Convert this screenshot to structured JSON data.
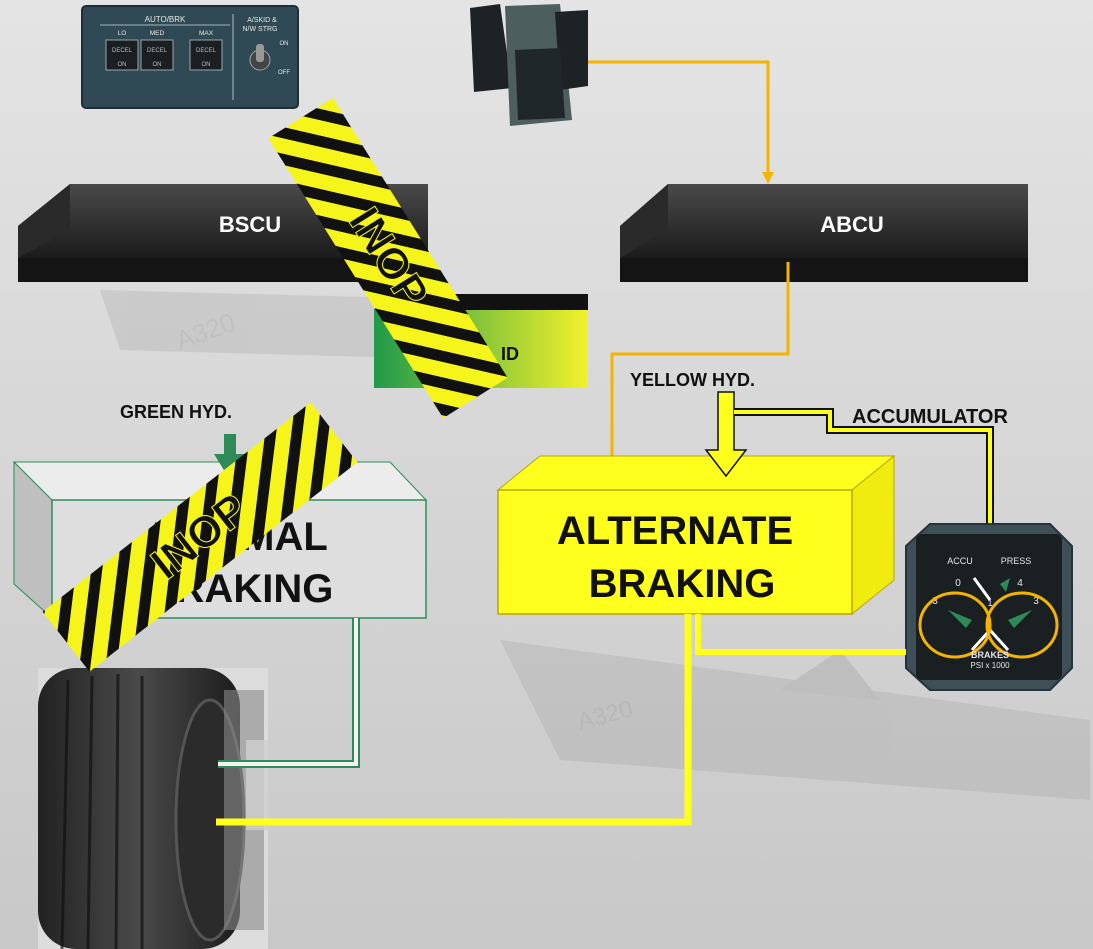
{
  "panel": {
    "autobrk_title": "AUTO/BRK",
    "lo": "LO",
    "med": "MED",
    "max": "MAX",
    "decel": "DECEL",
    "on": "ON",
    "askid_line1": "A/SKID &",
    "askid_line2": "N/W STRG",
    "sw_on": "ON",
    "sw_off": "OFF"
  },
  "units": {
    "bscu": "BSCU",
    "abcu": "ABCU",
    "antiskid_partial": "ID"
  },
  "labels": {
    "green_hyd": "GREEN HYD.",
    "yellow_hyd": "YELLOW HYD.",
    "accumulator": "ACCUMULATOR"
  },
  "boxes": {
    "normal_line1": "NORMAL",
    "normal_line2": "BRAKING",
    "alternate_line1": "ALTERNATE",
    "alternate_line2": "BRAKING"
  },
  "tape": {
    "text": "INOP"
  },
  "gauge": {
    "accu": "ACCU",
    "press": "PRESS",
    "brakes": "BRAKES",
    "psi": "PSI x 1000",
    "t0": "0",
    "t4": "4",
    "t1": "1",
    "t3l": "3",
    "t3r": "3"
  },
  "background": {
    "a320_1": "A320",
    "a320_2": "A320"
  },
  "colors": {
    "yellow": "#ffff1e",
    "green": "#2e8b57",
    "amber": "#f4b400"
  }
}
